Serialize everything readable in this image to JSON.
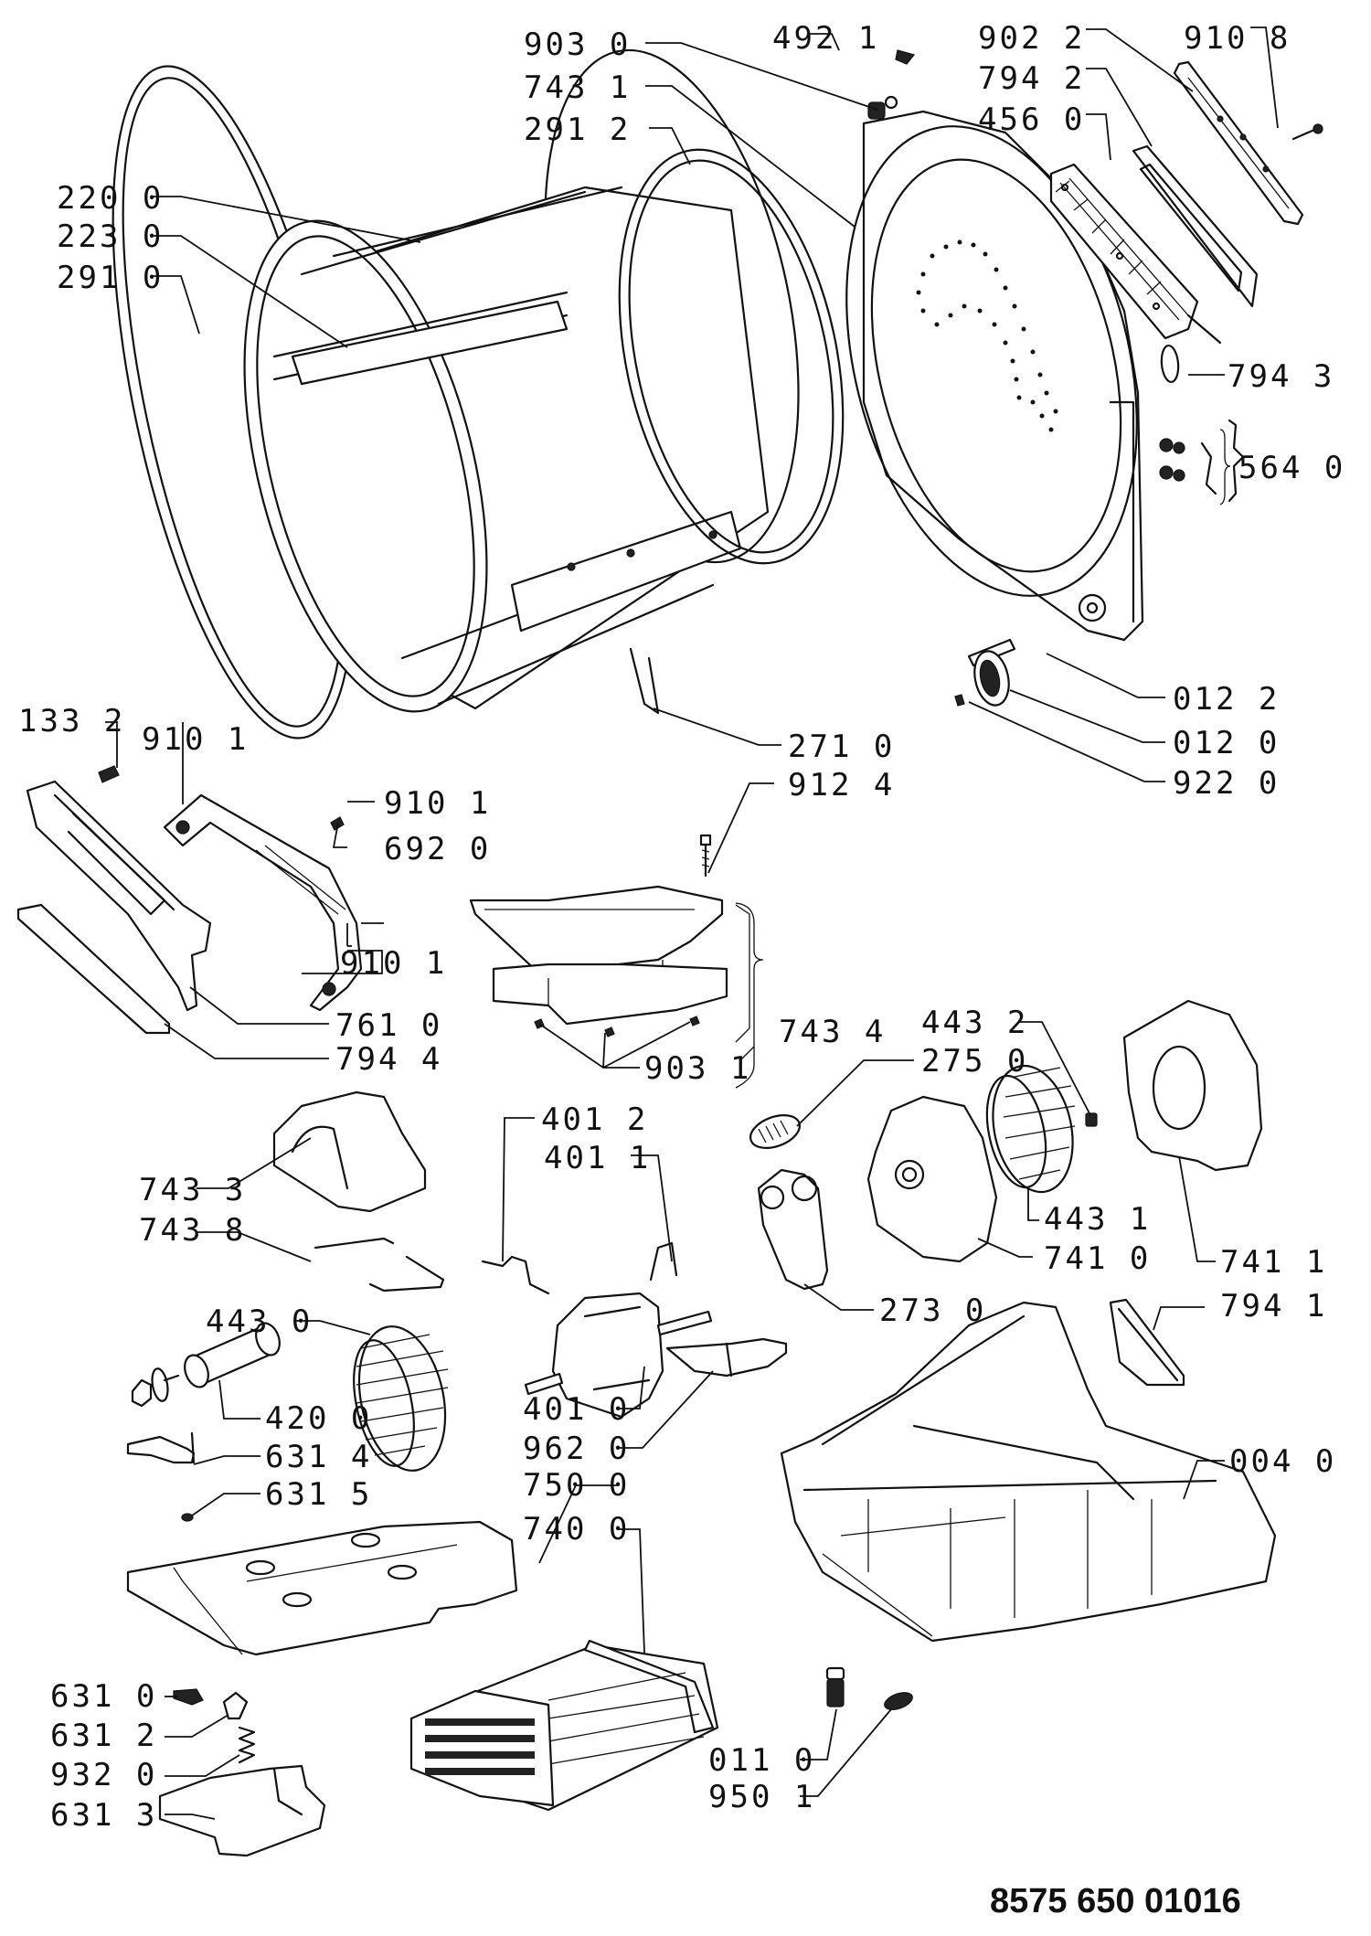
{
  "diagram": {
    "document_number": "8575 650 01016",
    "callouts": [
      {
        "id": "c9030",
        "text": "903 0",
        "part": "clip"
      },
      {
        "id": "c7431",
        "text": "743 1",
        "part": "rear-panel"
      },
      {
        "id": "c2912",
        "text": "291 2",
        "part": "rear-drum-seal"
      },
      {
        "id": "c4921",
        "text": "492 1",
        "part": "small-clip"
      },
      {
        "id": "c9022",
        "text": "902 2",
        "part": "cover-plate"
      },
      {
        "id": "c9108",
        "text": "910 8",
        "part": "screw"
      },
      {
        "id": "c7942",
        "text": "794 2",
        "part": "gasket"
      },
      {
        "id": "c4560",
        "text": "456 0",
        "part": "heater-element"
      },
      {
        "id": "c2200",
        "text": "220 0",
        "part": "drum"
      },
      {
        "id": "c2230",
        "text": "223 0",
        "part": "drum-paddle"
      },
      {
        "id": "c2910",
        "text": "291 0",
        "part": "front-drum-seal"
      },
      {
        "id": "c7943",
        "text": "794 3",
        "part": "seal-ring"
      },
      {
        "id": "c5640",
        "text": "564 0",
        "part": "thermostat-kit"
      },
      {
        "id": "c0122",
        "text": "012 2",
        "part": "shaft"
      },
      {
        "id": "c0120",
        "text": "012 0",
        "part": "bearing"
      },
      {
        "id": "c9220",
        "text": "922 0",
        "part": "clip-washer"
      },
      {
        "id": "c2710",
        "text": "271 0",
        "part": "belt"
      },
      {
        "id": "c1332",
        "text": "133 2",
        "part": "microswitch"
      },
      {
        "id": "c9101a",
        "text": "910 1",
        "part": "screw"
      },
      {
        "id": "c9101b",
        "text": "910 1",
        "part": "screw"
      },
      {
        "id": "c6920",
        "text": "692 0",
        "part": "front-support"
      },
      {
        "id": "c9124",
        "text": "912 4",
        "part": "screw"
      },
      {
        "id": "c9101c",
        "text": "910 1",
        "part": "screw"
      },
      {
        "id": "c7434",
        "text": "743 4",
        "part": "duct-assembly"
      },
      {
        "id": "c7610",
        "text": "761 0",
        "part": "filter-housing"
      },
      {
        "id": "c7944",
        "text": "794 4",
        "part": "filter-seal"
      },
      {
        "id": "c9031",
        "text": "903 1",
        "part": "clips"
      },
      {
        "id": "c4432",
        "text": "443 2",
        "part": "nut"
      },
      {
        "id": "c2750",
        "text": "275 0",
        "part": "tension-spring"
      },
      {
        "id": "c7433",
        "text": "743 3",
        "part": "motor-cover"
      },
      {
        "id": "c4012",
        "text": "401 2",
        "part": "motor-bracket"
      },
      {
        "id": "c4011",
        "text": "401 1",
        "part": "motor-clip"
      },
      {
        "id": "c4431",
        "text": "443 1",
        "part": "fan-wheel"
      },
      {
        "id": "c7438",
        "text": "743 8",
        "part": "wire-bracket"
      },
      {
        "id": "c7410",
        "text": "741 0",
        "part": "fan-housing"
      },
      {
        "id": "c7411",
        "text": "741 1",
        "part": "fan-housing-cover"
      },
      {
        "id": "c2730",
        "text": "273 0",
        "part": "tensioner"
      },
      {
        "id": "c7941",
        "text": "794 1",
        "part": "gasket"
      },
      {
        "id": "c4430",
        "text": "443 0",
        "part": "blower-wheel"
      },
      {
        "id": "c4010",
        "text": "401 0",
        "part": "motor"
      },
      {
        "id": "c4200",
        "text": "420 0",
        "part": "capacitor"
      },
      {
        "id": "c9620",
        "text": "962 0",
        "part": "bracket"
      },
      {
        "id": "c6314",
        "text": "631 4",
        "part": "lever"
      },
      {
        "id": "c6315",
        "text": "631 5",
        "part": "washer"
      },
      {
        "id": "c7500",
        "text": "750 0",
        "part": "base-cover"
      },
      {
        "id": "c0040",
        "text": "004 0",
        "part": "base"
      },
      {
        "id": "c7400",
        "text": "740 0",
        "part": "condenser"
      },
      {
        "id": "c6310",
        "text": "631 0",
        "part": "switch"
      },
      {
        "id": "c6312",
        "text": "631 2",
        "part": "button"
      },
      {
        "id": "c9320",
        "text": "932 0",
        "part": "spring"
      },
      {
        "id": "c6313",
        "text": "631 3",
        "part": "float-switch"
      },
      {
        "id": "c0110",
        "text": "011 0",
        "part": "foot"
      },
      {
        "id": "c9501",
        "text": "950 1",
        "part": "cap"
      }
    ]
  }
}
